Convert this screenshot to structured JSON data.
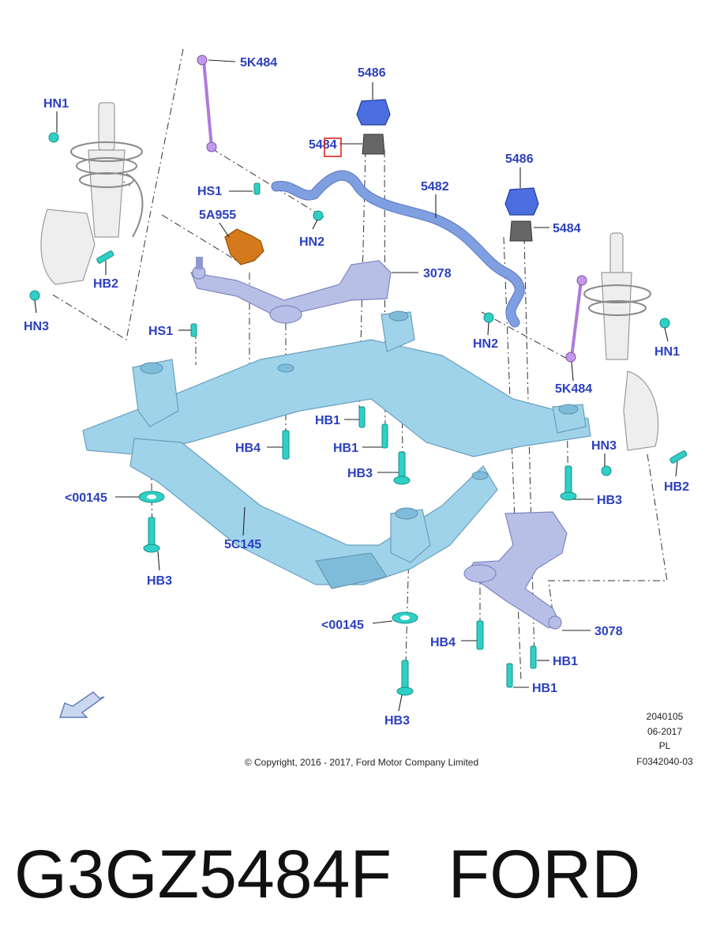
{
  "callouts": {
    "c5k484_top": "5K484",
    "c5486_left": "5486",
    "c5484_left": "5484",
    "c5486_right": "5486",
    "c5484_right": "5484",
    "c5482": "5482",
    "hn1_left": "HN1",
    "hs1_top": "HS1",
    "c5a955": "5A955",
    "hn2_left": "HN2",
    "hb2_left": "HB2",
    "hn3_left": "HN3",
    "c3078_top": "3078",
    "hs1_mid": "HS1",
    "hn2_right": "HN2",
    "hn1_right": "HN1",
    "c5k484_right": "5K484",
    "hb1_a": "HB1",
    "hb4_left": "HB4",
    "hb1_b": "HB1",
    "hb3_mid": "HB3",
    "hn3_right": "HN3",
    "hb2_right": "HB2",
    "hb3_right": "HB3",
    "c00145_left": "<00145",
    "c5c145": "5C145",
    "hb3_left": "HB3",
    "c00145_bottom": "<00145",
    "hb4_bottom": "HB4",
    "c3078_bottom": "3078",
    "hb1_c": "HB1",
    "hb1_d": "HB1",
    "hb3_bottom": "HB3"
  },
  "meta": {
    "code": "2040105",
    "date": "06-2017",
    "region": "PL",
    "ref": "F0342040-03",
    "copyright": "© Copyright, 2016 - 2017, Ford Motor Company Limited"
  },
  "footer": {
    "title": "G3GZ5484F   FORD"
  },
  "colors": {
    "callout": "#2b3fbf",
    "subframe": "#9fd3ea",
    "lower_arm": "#b7bfe6",
    "stabilizer_bar": "#7f9fe0",
    "bolt": "#2fd0c5",
    "link": "#b07adc",
    "bracket": "#d47a1c",
    "highlight": "#e0231b"
  }
}
